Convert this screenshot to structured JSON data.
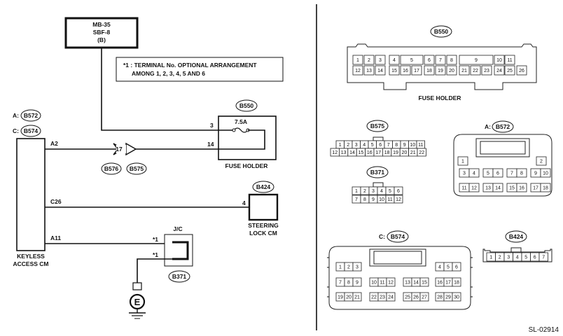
{
  "source": {
    "line1": "MB-35",
    "line2": "SBF-8",
    "line3": "(B)"
  },
  "note": {
    "line1": "*1 : TERMINAL No. OPTIONAL ARRANGEMENT",
    "line2": "AMONG 1, 2, 3, 4, 5 AND 6"
  },
  "keyless": {
    "conn_a": "B572",
    "conn_c": "B574",
    "prefix_a": "A:",
    "prefix_c": "C:",
    "label1": "KEYLESS",
    "label2": "ACCESS CM"
  },
  "wires": {
    "a2": "A2",
    "c26": "C26",
    "a11": "A11"
  },
  "inline_conn": {
    "pin": "17",
    "tag1": "B576",
    "tag2": "B575"
  },
  "fuse": {
    "conn": "B550",
    "rating": "7.5A",
    "pin_in": "3",
    "pin_out": "14",
    "label": "FUSE HOLDER"
  },
  "steering": {
    "conn": "B424",
    "pin": "4",
    "label1": "STEERING",
    "label2": "LOCK CM"
  },
  "jc": {
    "label": "J/C",
    "pin_top": "*1",
    "pin_bot": "*1",
    "conn": "B371"
  },
  "ground": {
    "label": "E"
  },
  "connectors": {
    "b550": {
      "tag": "B550",
      "label": "FUSE HOLDER",
      "top": [
        "1",
        "2",
        "3",
        "4",
        "5",
        "6",
        "7",
        "8",
        "9",
        "10",
        "11"
      ],
      "bottom": [
        "12",
        "13",
        "14",
        "15",
        "16",
        "17",
        "18",
        "19",
        "20",
        "21",
        "22",
        "23",
        "24",
        "25",
        "26"
      ]
    },
    "b575": {
      "tag": "B575",
      "top": [
        "1",
        "2",
        "3",
        "4",
        "5",
        "6",
        "7",
        "8",
        "9",
        "10",
        "11"
      ],
      "bottom": [
        "12",
        "13",
        "14",
        "15",
        "16",
        "17",
        "18",
        "19",
        "20",
        "21",
        "22"
      ]
    },
    "b371": {
      "tag": "B371",
      "top": [
        "1",
        "2",
        "3",
        "4",
        "5",
        "6"
      ],
      "bottom": [
        "7",
        "8",
        "9",
        "10",
        "11",
        "12"
      ]
    },
    "b572": {
      "prefix": "A:",
      "tag": "B572",
      "row1": [
        "1",
        "2"
      ],
      "row2": [
        "3",
        "4",
        "5",
        "6",
        "7",
        "8",
        "9",
        "10"
      ],
      "row3": [
        "11",
        "12",
        "13",
        "14",
        "15",
        "16",
        "17",
        "18"
      ]
    },
    "b574": {
      "prefix": "C:",
      "tag": "B574",
      "row1": [
        "1",
        "2",
        "3",
        "4",
        "5",
        "6"
      ],
      "row2": [
        "7",
        "8",
        "9",
        "10",
        "11",
        "12",
        "13",
        "14",
        "15",
        "16",
        "17",
        "18"
      ],
      "row3": [
        "19",
        "20",
        "21",
        "22",
        "23",
        "24",
        "25",
        "26",
        "27",
        "28",
        "29",
        "30"
      ]
    },
    "b424": {
      "tag": "B424",
      "pins": [
        "1",
        "2",
        "3",
        "4",
        "5",
        "6",
        "7"
      ]
    }
  },
  "footer": {
    "code": "SL-02914"
  }
}
